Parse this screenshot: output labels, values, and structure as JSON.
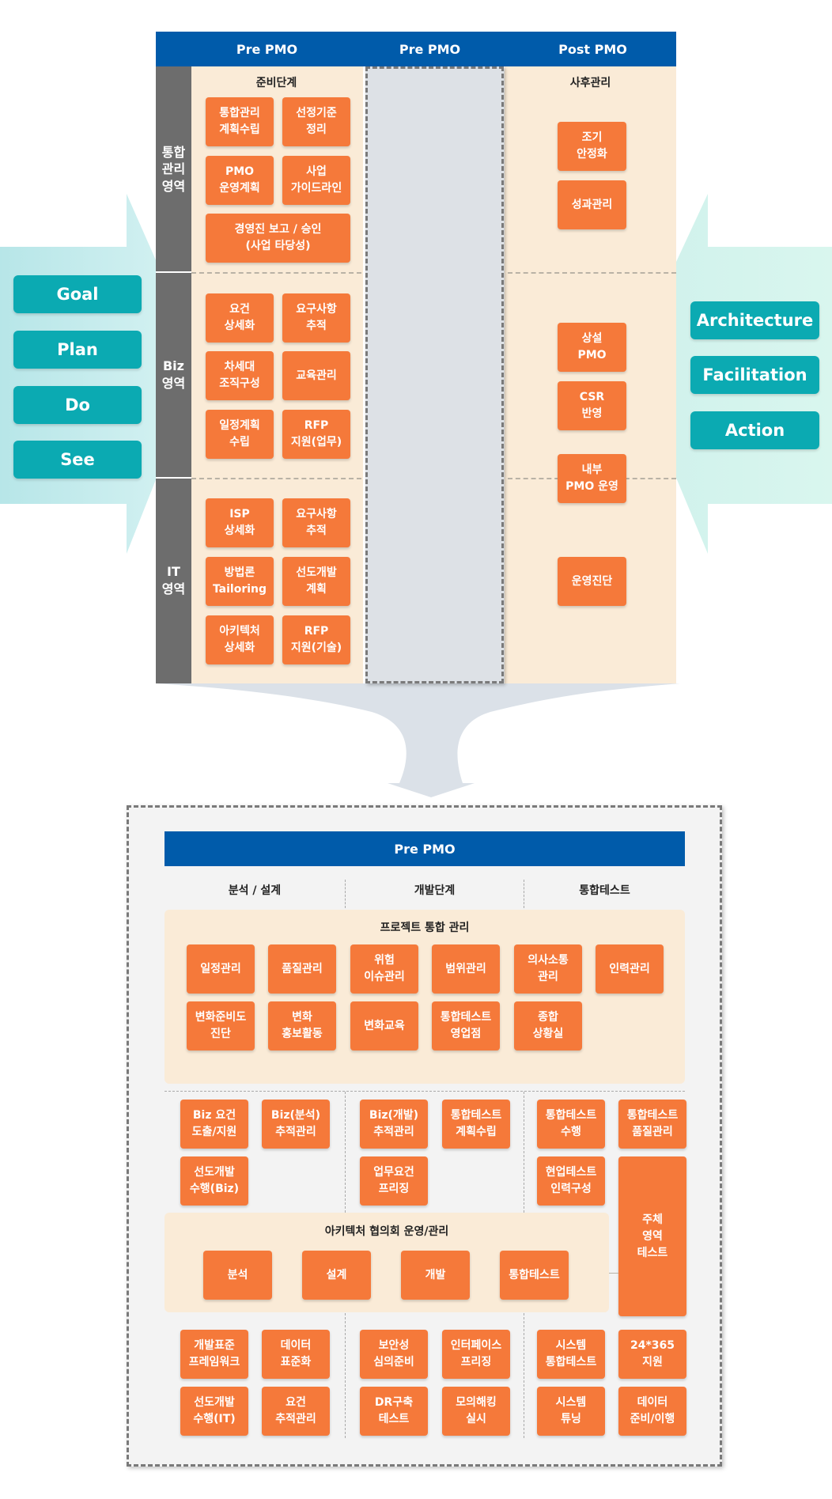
{
  "top": {
    "headers": [
      "Pre PMO",
      "Pre PMO",
      "Post PMO"
    ],
    "rows": [
      "통합\n관리\n영역",
      "Biz\n영역",
      "IT\n영역"
    ],
    "pre_title": "준비단계",
    "post_title": "사후관리",
    "pre_boxes": [
      "통합관리\n계획수립",
      "선정기준\n정리",
      "PMO\n운영계획",
      "사업\n가이드라인",
      "경영진 보고 / 승인\n(사업 타당성)",
      "요건\n상세화",
      "요구사항\n추적",
      "차세대\n조직구성",
      "교육관리",
      "일정계획\n수립",
      "RFP\n지원(업무)",
      "ISP\n상세화",
      "요구사항\n추적",
      "방법론\nTailoring",
      "선도개발\n계획",
      "아키텍처\n상세화",
      "RFP\n지원(기술)"
    ],
    "post_boxes": [
      "조기\n안정화",
      "성과관리",
      "상설\nPMO",
      "CSR\n반영",
      "내부\nPMO 운영",
      "운영진단"
    ]
  },
  "left_labels": [
    "Goal",
    "Plan",
    "Do",
    "See"
  ],
  "right_labels": [
    "Architecture",
    "Facilitation",
    "Action"
  ],
  "bottom": {
    "header": "Pre PMO",
    "phases": [
      "분석 / 설계",
      "개발단계",
      "통합테스트"
    ],
    "project_title": "프로젝트 통합 관리",
    "project_boxes": [
      "일정관리",
      "품질관리",
      "위험\n이슈관리",
      "범위관리",
      "의사소통\n관리",
      "인력관리",
      "변화준비도\n진단",
      "변화\n홍보활동",
      "변화교육",
      "통합테스트\n영업점",
      "종합\n상황실"
    ],
    "mid_boxes": [
      "Biz 요건\n도출/지원",
      "Biz(분석)\n추적관리",
      "Biz(개발)\n추적관리",
      "통합테스트\n계획수립",
      "통합테스트\n수행",
      "통합테스트\n품질관리",
      "선도개발\n수행(Biz)",
      "업무요건\n프리징",
      "현업테스트\n인력구성",
      "주체\n영역\n테스트"
    ],
    "arch_title": "아키텍처 협의회 운영/관리",
    "arch_boxes": [
      "분석",
      "설계",
      "개발",
      "통합테스트"
    ],
    "low_boxes": [
      "개발표준\n프레임워크",
      "데이터\n표준화",
      "보안성\n심의준비",
      "인터페이스\n프리징",
      "시스템\n통합테스트",
      "24*365\n지원",
      "선도개발\n수행(IT)",
      "요건\n추적관리",
      "DR구축\n테스트",
      "모의해킹\n실시",
      "시스템\n튜닝",
      "데이터\n준비/이행"
    ]
  },
  "colors": {
    "blue": "#005BAA",
    "orange": "#F5793A",
    "teal": "#0BAAB2",
    "beige": "#FAEBD7",
    "gray": "#6D6D6D"
  }
}
